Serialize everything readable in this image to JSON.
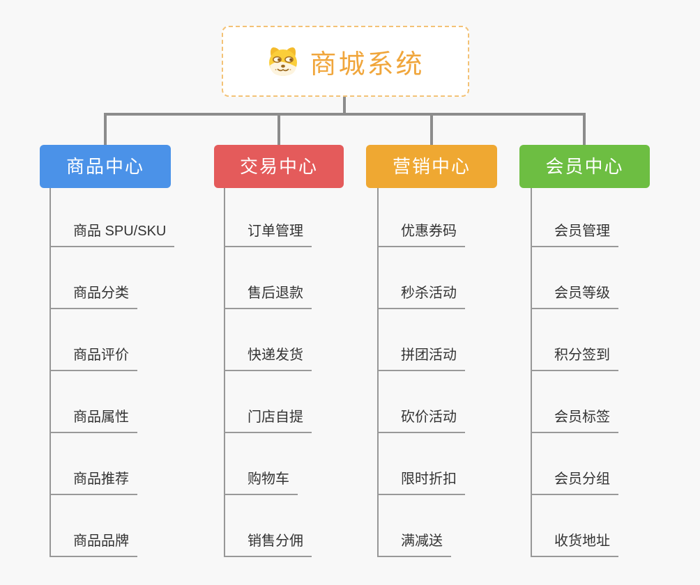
{
  "diagram": {
    "type": "mindmap-org-tree",
    "background_color": "#f8f8f8",
    "connector_color": "#8c8c8c",
    "leaf_line_color": "#999999",
    "leaf_text_color": "#333333"
  },
  "root": {
    "label": "商城系统",
    "icon": "dog-face-icon",
    "text_color": "#f0a63c",
    "border_color": "#f3c276",
    "fill_color": "#ffffff"
  },
  "branches": [
    {
      "label": "商品中心",
      "color": "#4b92e8",
      "children": [
        "商品 SPU/SKU",
        "商品分类",
        "商品评价",
        "商品属性",
        "商品推荐",
        "商品品牌"
      ]
    },
    {
      "label": "交易中心",
      "color": "#e45b5b",
      "children": [
        "订单管理",
        "售后退款",
        "快递发货",
        "门店自提",
        "购物车",
        "销售分佣"
      ]
    },
    {
      "label": "营销中心",
      "color": "#efa832",
      "children": [
        "优惠券码",
        "秒杀活动",
        "拼团活动",
        "砍价活动",
        "限时折扣",
        "满减送"
      ]
    },
    {
      "label": "会员中心",
      "color": "#6dbe42",
      "children": [
        "会员管理",
        "会员等级",
        "积分签到",
        "会员标签",
        "会员分组",
        "收货地址"
      ]
    }
  ]
}
